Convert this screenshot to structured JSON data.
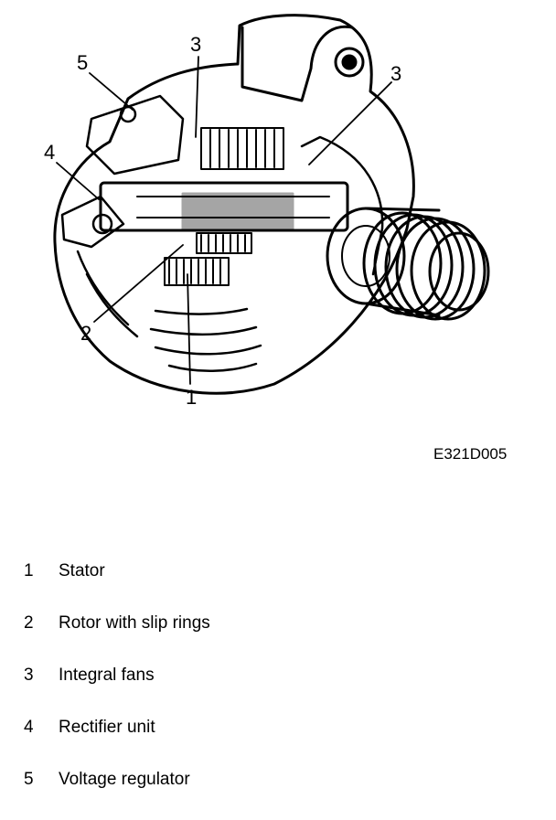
{
  "figure": {
    "callouts": [
      "5",
      "3",
      "3",
      "4",
      "2",
      "1"
    ],
    "code": "E321D005"
  },
  "legend": [
    {
      "num": "1",
      "label": "Stator"
    },
    {
      "num": "2",
      "label": "Rotor with slip rings"
    },
    {
      "num": "3",
      "label": "Integral fans"
    },
    {
      "num": "4",
      "label": "Rectifier unit"
    },
    {
      "num": "5",
      "label": "Voltage regulator"
    }
  ]
}
